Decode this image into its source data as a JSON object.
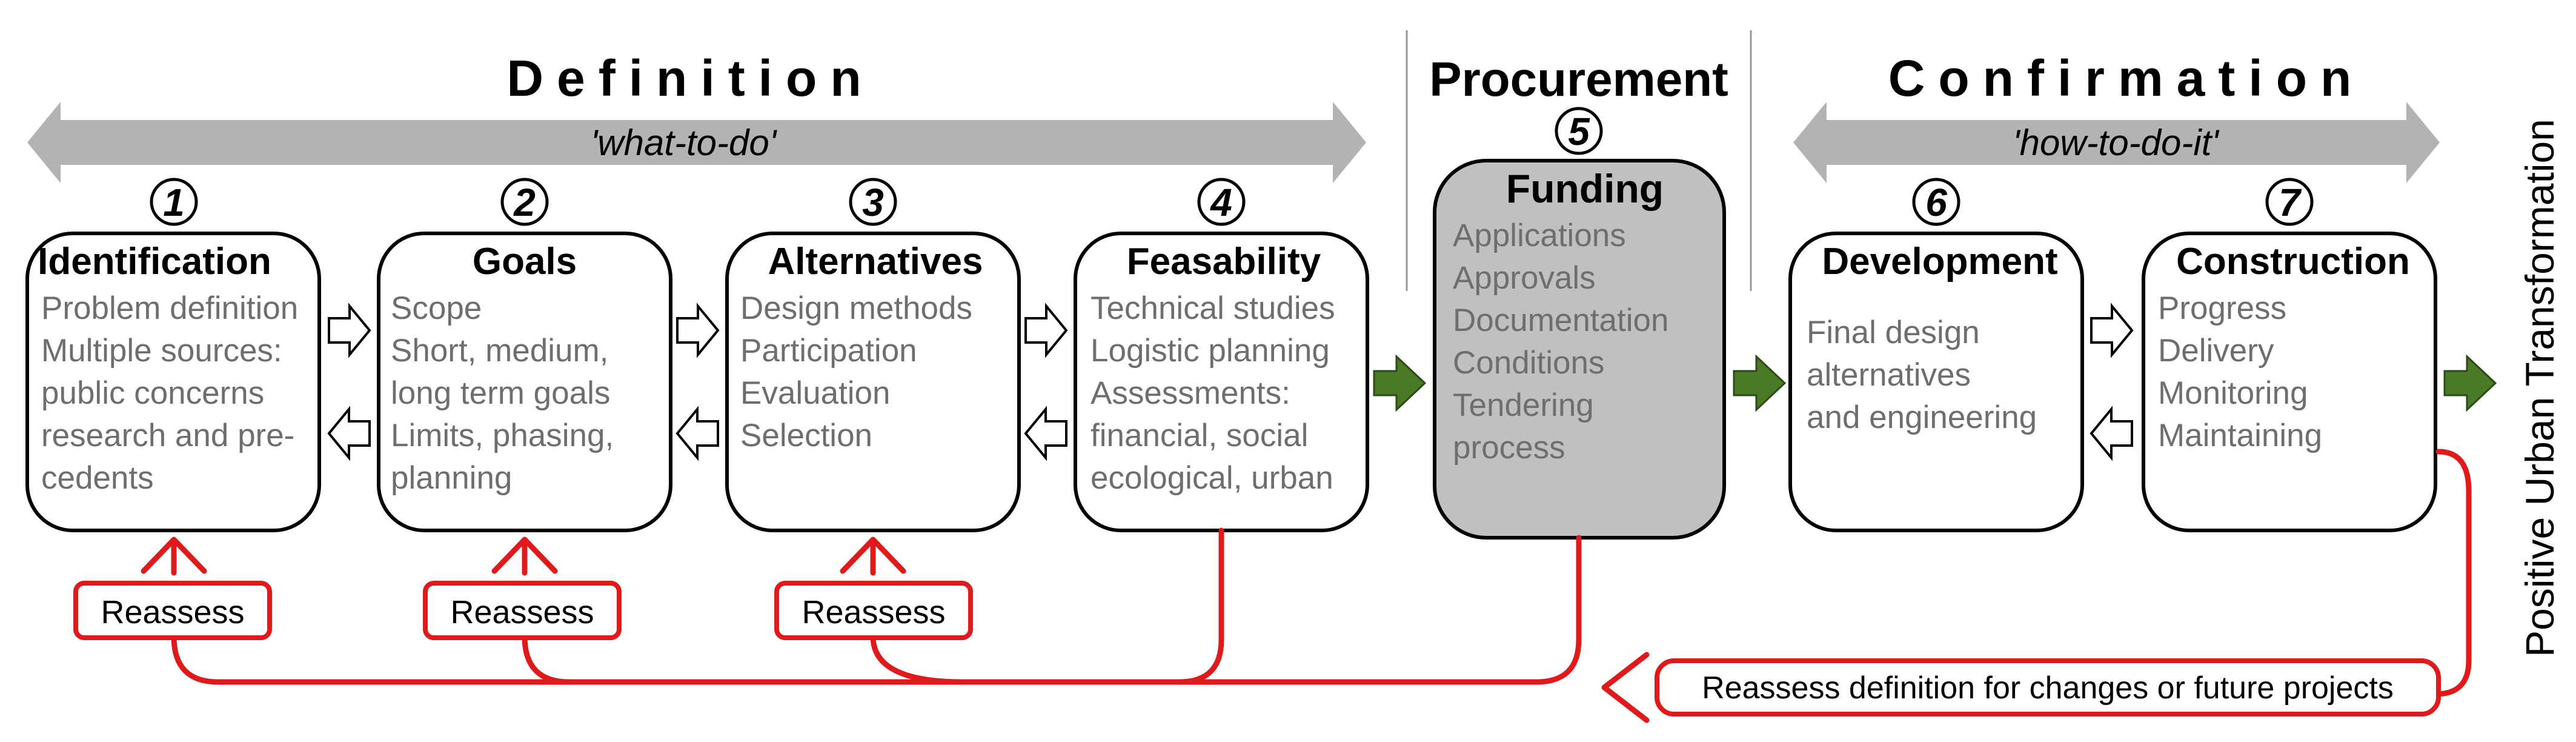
{
  "phases": {
    "definition": {
      "title": "Definition",
      "subtitle": "'what-to-do'"
    },
    "procurement": {
      "title": "Procurement"
    },
    "confirmation": {
      "title": "Confirmation",
      "subtitle": "'how-to-do-it'"
    }
  },
  "stages": [
    {
      "number": "1",
      "title": "Identification",
      "lines": [
        "Problem definition",
        "Multiple sources:",
        "public concerns",
        "research and pre-",
        "cedents"
      ]
    },
    {
      "number": "2",
      "title": "Goals",
      "lines": [
        "Scope",
        "Short, medium,",
        "long term goals",
        "Limits, phasing,",
        "planning"
      ]
    },
    {
      "number": "3",
      "title": "Alternatives",
      "lines": [
        "Design methods",
        "Participation",
        "Evaluation",
        "Selection"
      ]
    },
    {
      "number": "4",
      "title": "Feasability",
      "lines": [
        "Technical studies",
        "Logistic planning",
        "Assessments:",
        "financial, social",
        "ecological, urban"
      ]
    },
    {
      "number": "5",
      "title": "Funding",
      "lines": [
        "Applications",
        "Approvals",
        "Documentation",
        "Conditions",
        "Tendering",
        "process"
      ]
    },
    {
      "number": "6",
      "title": "Development",
      "lines": [
        "Final design",
        "alternatives",
        "and engineering"
      ]
    },
    {
      "number": "7",
      "title": "Construction",
      "lines": [
        "Progress",
        "Delivery",
        "Monitoring",
        "Maintaining"
      ]
    }
  ],
  "reassess_labels": [
    "Reassess",
    "Reassess",
    "Reassess"
  ],
  "feedback_label": "Reassess definition for changes or future projects",
  "outcome_label": "Positive Urban Transformation",
  "colors": {
    "feedback": "#e0191a",
    "flow_arrow": "#4a7a26",
    "phase_band": "#b3b3b3",
    "funding_fill": "#c0c0c0",
    "body_text": "#6e6e6e"
  }
}
